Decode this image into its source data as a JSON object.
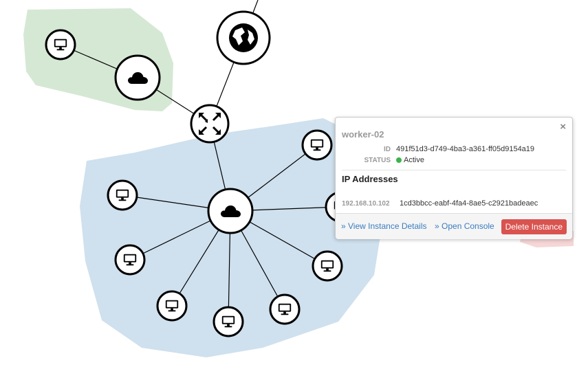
{
  "colors": {
    "network_green": "#d5e8d4",
    "network_blue": "#cfe0ee",
    "network_red": "#f6d6d6",
    "status_active": "#3cb44b",
    "link_blue": "#3a7cc0",
    "danger": "#d9534f"
  },
  "topology": {
    "networks": [
      "green-network",
      "blue-network",
      "red-network"
    ],
    "nodes": {
      "external": "globe-icon",
      "router": "router-icon",
      "networks": "cloud-icon",
      "instances": "monitor-icon"
    }
  },
  "popup": {
    "title": "worker-02",
    "close": "×",
    "id_label": "ID",
    "id_value": "491f51d3-d749-4ba3-a361-ff05d9154a19",
    "status_label": "STATUS",
    "status_value": "Active",
    "ip_section": "IP Addresses",
    "ip_address": "192.168.10.102",
    "port_id": "1cd3bbcc-eabf-4fa4-8ae5-c2921badeaec",
    "view_details": "» View Instance Details",
    "open_console": "» Open Console",
    "delete": "Delete Instance"
  }
}
